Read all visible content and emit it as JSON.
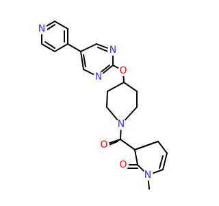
{
  "molecule": {
    "atoms": {
      "n_pyridine": {
        "label": "N",
        "color": "#3333ff"
      },
      "n_pyrimidine_top": {
        "label": "N",
        "color": "#3333ff"
      },
      "n_pyrimidine_bottom": {
        "label": "N",
        "color": "#3333ff"
      },
      "o_ether": {
        "label": "O",
        "color": "#ff0000"
      },
      "n_piperidine": {
        "label": "N",
        "color": "#3333ff"
      },
      "o_carbonyl": {
        "label": "O",
        "color": "#ff0000"
      },
      "o_pyridinone": {
        "label": "O",
        "color": "#ff0000"
      },
      "n_pyridinone": {
        "label": "N",
        "color": "#3333ff"
      }
    },
    "bond_color": "#000000"
  }
}
